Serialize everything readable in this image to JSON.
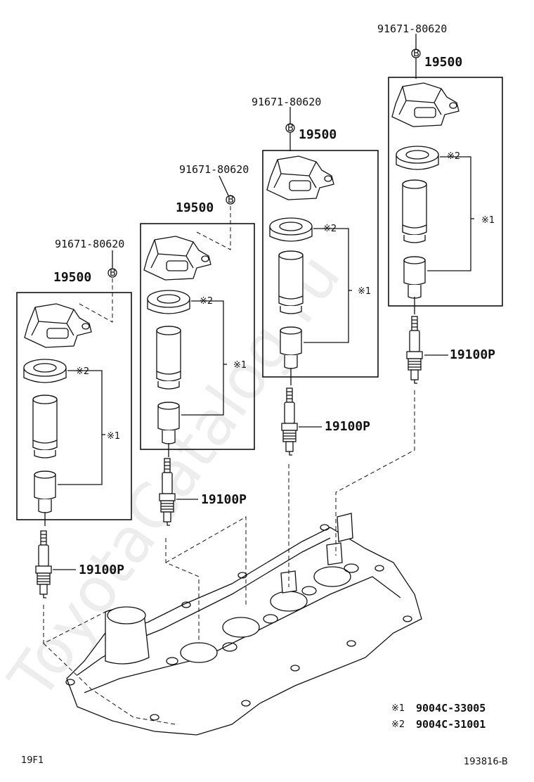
{
  "watermark": "ToyotaCatalog.ru",
  "bolt_part_number": "91671-80620",
  "bolt_marker": "B",
  "coil_part_number": "19500",
  "plug_part_number": "19100P",
  "note_1_marker": "※1",
  "note_2_marker": "※2",
  "legend": [
    {
      "marker": "※1",
      "part": "9004C-33005"
    },
    {
      "marker": "※2",
      "part": "9004C-31001"
    }
  ],
  "footer_left": "19F1",
  "footer_right": "193816-B"
}
